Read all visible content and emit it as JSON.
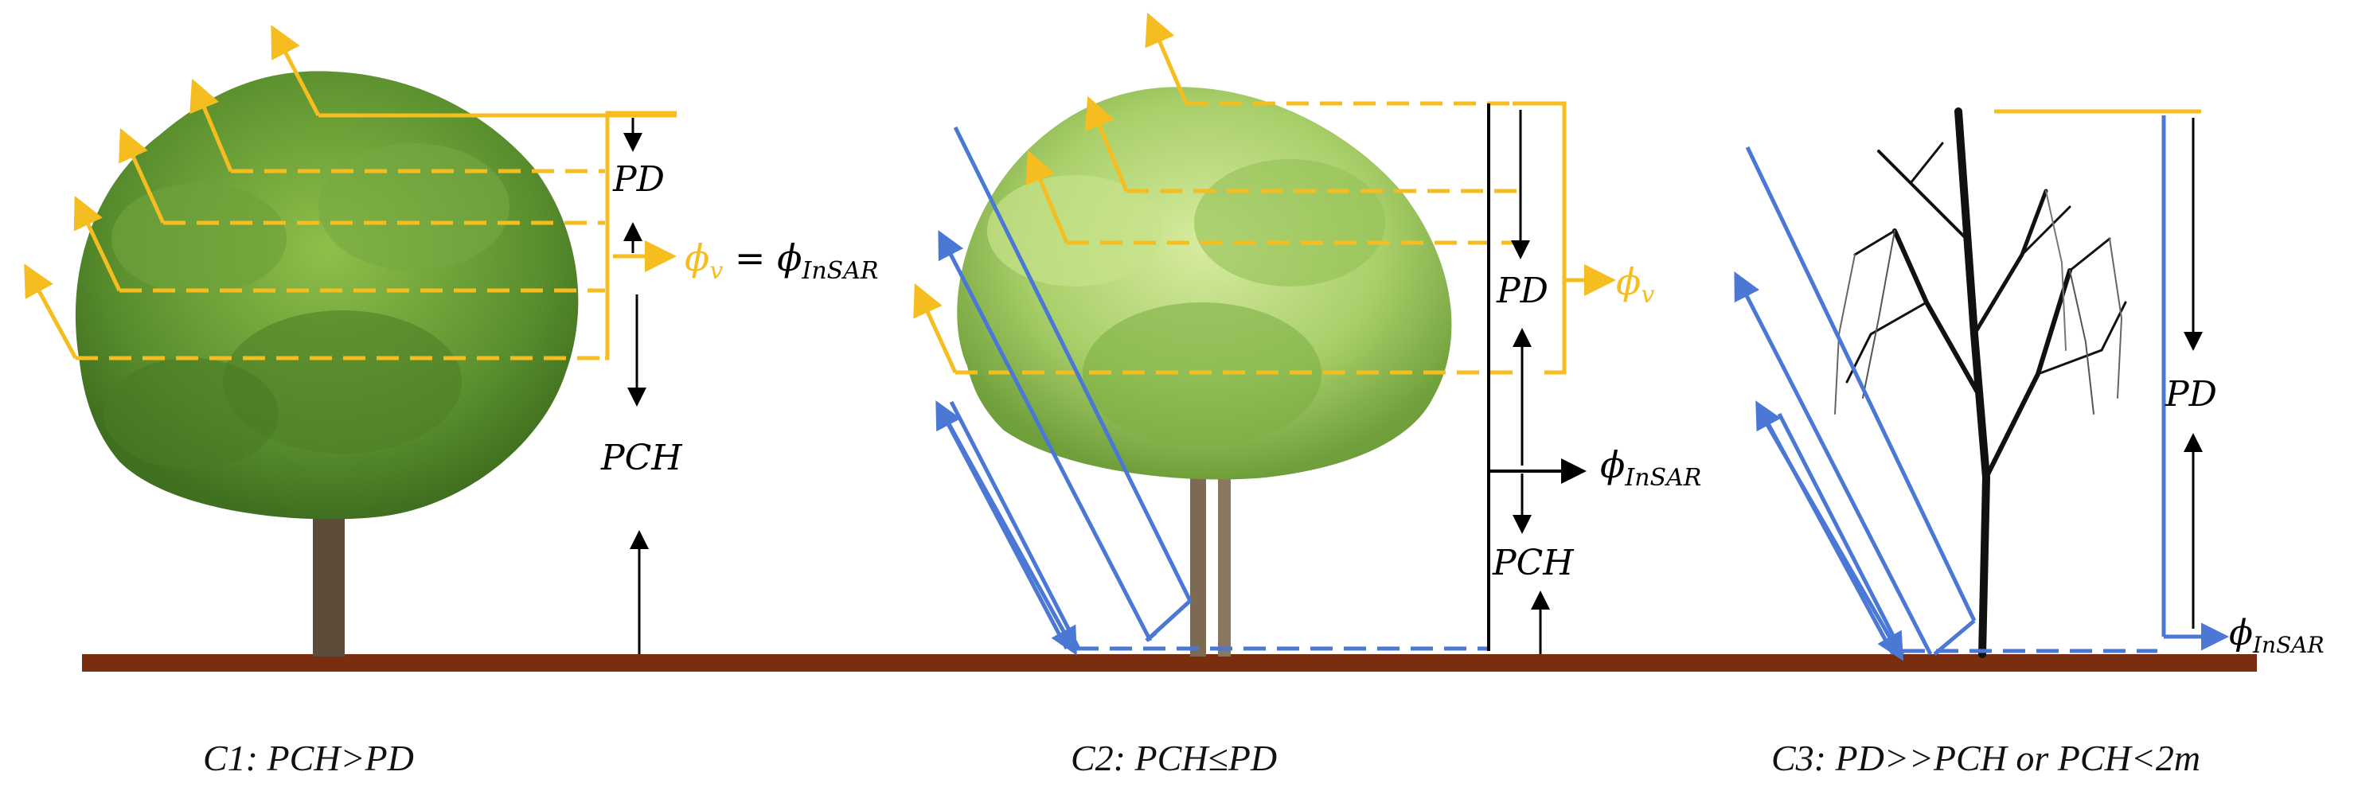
{
  "colors": {
    "ground": "#7b2d10",
    "yellow": "#f5bd1f",
    "blue": "#4a78d4",
    "black": "#000000",
    "canopy_green": "#5a8f2e",
    "canopy_light": "#a9cf6a"
  },
  "labels": {
    "c1_pd": "PD",
    "c1_pch": "PCH",
    "c1_phi_v": "ϕ",
    "c1_phi_v_sub": "v",
    "c1_equals": " = ϕ",
    "c1_insar_sub": "InSAR",
    "c2_pd": "PD",
    "c2_phi_v": "ϕ",
    "c2_phi_v_sub": "v",
    "c2_phi_insar": "ϕ",
    "c2_insar_sub": "InSAR",
    "c2_pch": "PCH",
    "c3_pd": "PD",
    "c3_phi_insar": "ϕ",
    "c3_insar_sub": "InSAR"
  },
  "captions": {
    "c1": "C1: PCH>PD",
    "c2": "C2: PCH≤PD",
    "c3": "C3: PD>>PCH or PCH<2m"
  }
}
